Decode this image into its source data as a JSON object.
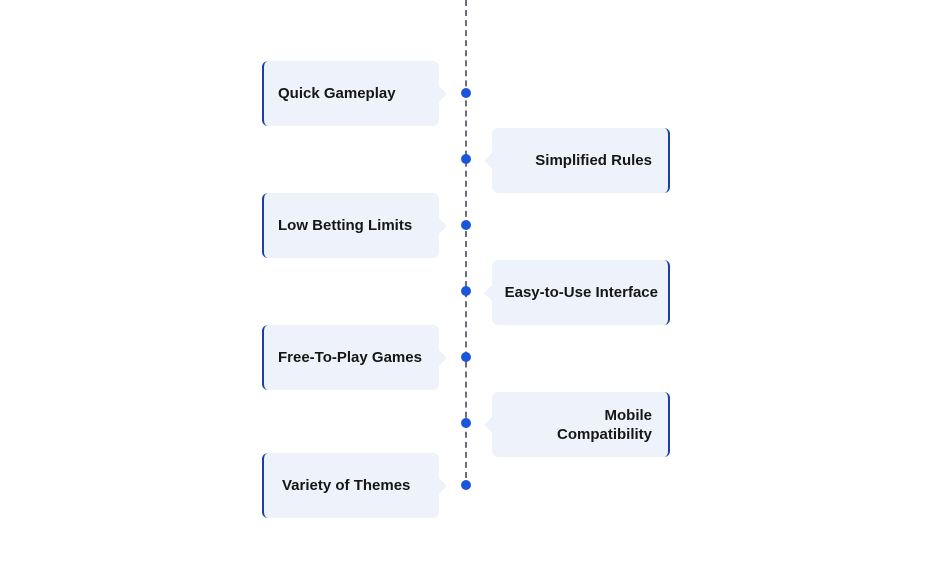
{
  "timeline": {
    "accent_color": "#1a56db",
    "card_color": "#eef3fb",
    "items": [
      {
        "label": "Quick Gameplay",
        "side": "left"
      },
      {
        "label": "Simplified Rules",
        "side": "right"
      },
      {
        "label": "Low Betting Limits",
        "side": "left"
      },
      {
        "label": "Easy-to-Use Interface",
        "side": "right"
      },
      {
        "label": "Free-To-Play Games",
        "side": "left"
      },
      {
        "label": "Mobile Compatibility",
        "side": "right"
      },
      {
        "label": "Variety of Themes",
        "side": "left"
      }
    ]
  }
}
